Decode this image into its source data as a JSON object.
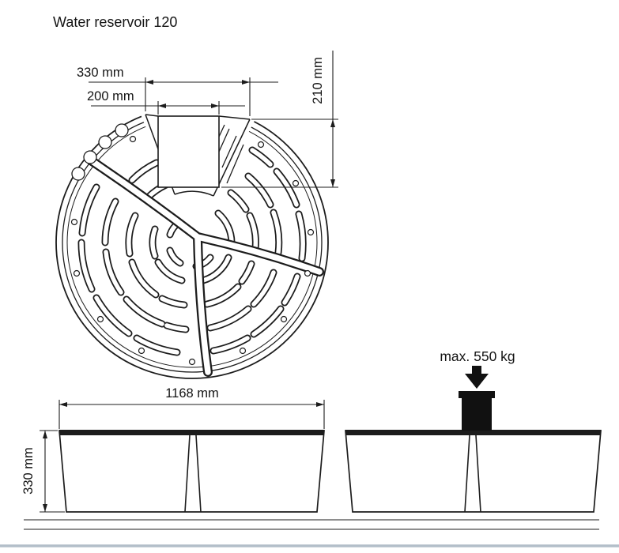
{
  "title": "Water reservoir 120",
  "top_view": {
    "outer_width": "330 mm",
    "inner_width": "200 mm",
    "depth": "210 mm"
  },
  "side_view": {
    "width": "1168 mm",
    "height": "330 mm"
  },
  "load": {
    "max_load": "max. 550 kg"
  }
}
